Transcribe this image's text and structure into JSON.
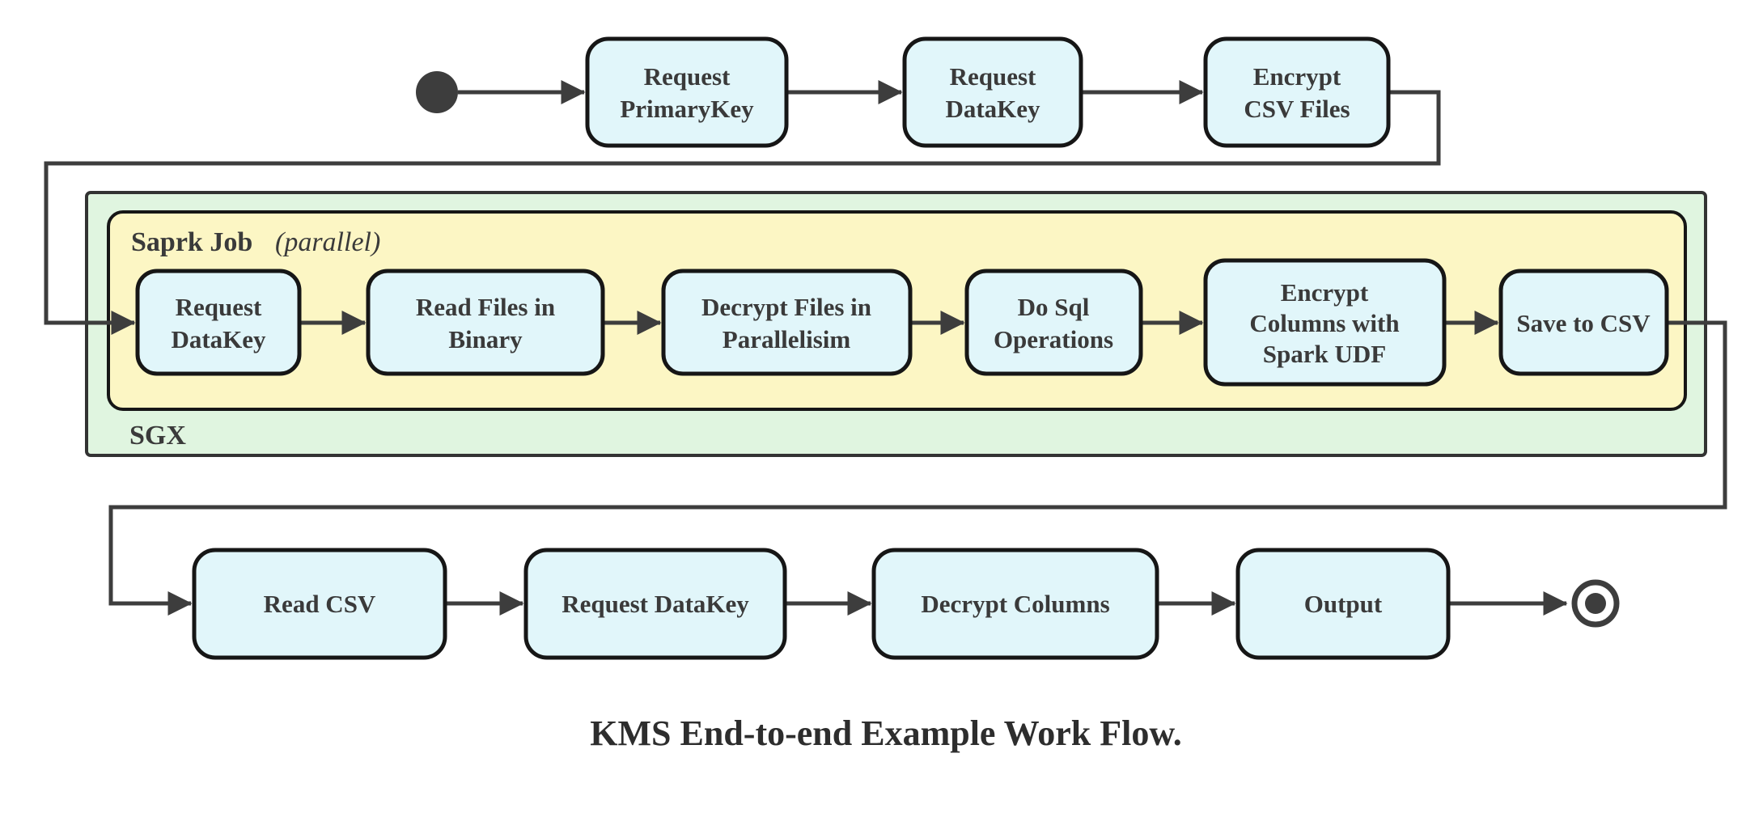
{
  "diagram": {
    "caption": "KMS End-to-end Example Work Flow.",
    "sgx": {
      "label": "SGX"
    },
    "spark_job": {
      "label": "Saprk Job",
      "annotation": "(parallel)"
    },
    "top_row": {
      "request_primarykey": [
        "Request",
        "PrimaryKey"
      ],
      "request_datakey": [
        "Request",
        "DataKey"
      ],
      "encrypt_csv_files": [
        "Encrypt",
        "CSV Files"
      ]
    },
    "spark_row": {
      "request_datakey": [
        "Request",
        "DataKey"
      ],
      "read_files_in_binary": [
        "Read Files in",
        "Binary"
      ],
      "decrypt_files_in_parallelisim": [
        "Decrypt Files in",
        "Parallelisim"
      ],
      "do_sql_operations": [
        "Do Sql",
        "Operations"
      ],
      "encrypt_columns_with_spark_udf": [
        "Encrypt",
        "Columns with",
        "Spark UDF"
      ],
      "save_to_csv": "Save to CSV"
    },
    "bottom_row": {
      "read_csv": "Read CSV",
      "request_datakey": "Request DataKey",
      "decrypt_columns": "Decrypt Columns",
      "output": "Output"
    }
  },
  "colors": {
    "node_fill": "#e1f6fa",
    "node_stroke": "#161616",
    "sgx_fill": "#e0f5e0",
    "spark_fill": "#fcf6c4",
    "container_stroke": "#333333",
    "line_color": "#3d3d3d",
    "text_color": "#3a3a3a",
    "caption_color": "#2d2d2d"
  }
}
